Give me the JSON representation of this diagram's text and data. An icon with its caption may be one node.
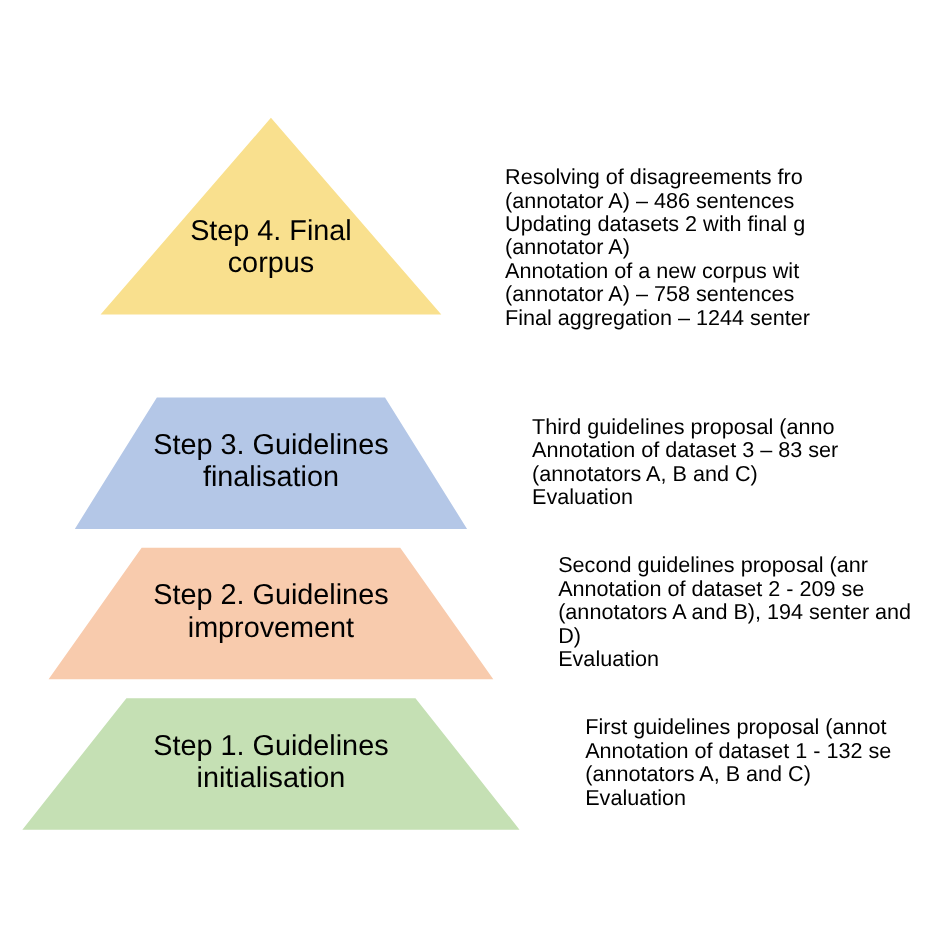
{
  "diagram": {
    "nodes": [
      {
        "text": [
          "Step 4. Final corpus"
        ],
        "beside": [
          "Resolving of disagreements fro (annotator A) – 486 sentences",
          "Updating datasets 2 with final g (annotator A)",
          "Annotation of a new corpus wit (annotator A) – 758 sentences",
          "Final aggregation – 1244 senter"
        ]
      },
      {
        "text": [
          "Step 3. Guidelines finalisation"
        ],
        "beside": [
          "Third guidelines proposal (anno",
          "Annotation of dataset 3 – 83 ser (annotators A, B and C)",
          "Evaluation"
        ]
      },
      {
        "text": [
          "Step 2. Guidelines improvement"
        ],
        "beside": [
          "Second guidelines proposal (anr",
          "Annotation of dataset 2 - 209 se (annotators A and B), 194 senter and D)",
          "Evaluation"
        ]
      },
      {
        "text": [
          "Step 1. Guidelines initialisation"
        ],
        "beside": [
          "First guidelines proposal (annot",
          "Annotation of dataset 1 - 132 se (annotators A, B and C)",
          "Evaluation"
        ]
      }
    ]
  }
}
